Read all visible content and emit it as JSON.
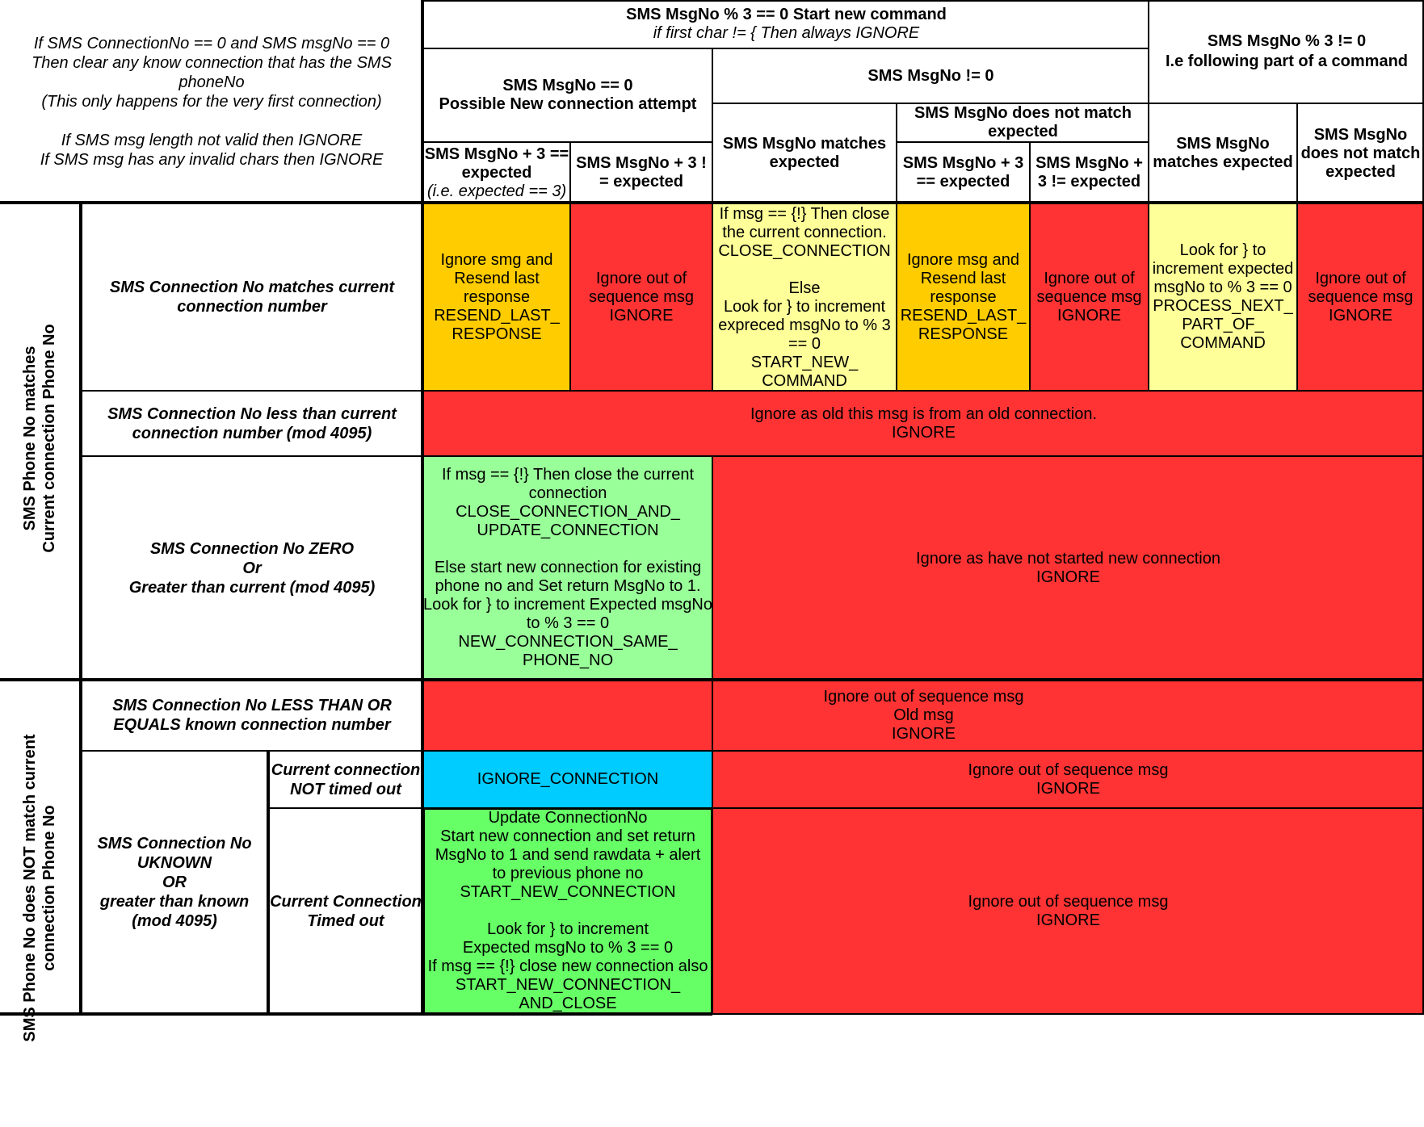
{
  "colors": {
    "orange": "#ffcc00",
    "red": "#ff3333",
    "light_yellow": "#ffff99",
    "light_green": "#99ff99",
    "green": "#66ff66",
    "cyan": "#00ccff"
  },
  "notes": {
    "text": "If SMS ConnectionNo == 0 and SMS msgNo == 0\nThen clear any know connection that has the SMS phoneNo\n(This only happens for the very first connection)\n\nIf SMS msg length not valid then IGNORE\nIf SMS msg has any invalid chars then IGNORE"
  },
  "header": {
    "start_cmd_title": "SMS MsgNo % 3 == 0 Start new command",
    "start_cmd_sub": "if first char != { Then always IGNORE",
    "following_part": "SMS MsgNo % 3 != 0\nI.e following part of a command",
    "msgno_zero": "SMS MsgNo == 0\nPossible New connection attempt",
    "msgno_nonzero": "SMS MsgNo != 0",
    "zero_plus3_eq_title": "SMS MsgNo + 3 ==\nexpected",
    "zero_plus3_eq_sub": "(i.e. expected == 3)",
    "zero_plus3_ne": "SMS MsgNo + 3 !\n= expected",
    "matches_expected": "SMS MsgNo matches\nexpected",
    "not_match_expected": "SMS MsgNo does not match\nexpected",
    "nm_plus3_eq": "SMS MsgNo + 3\n== expected",
    "nm_plus3_ne": "SMS MsgNo +\n3 != expected",
    "fp_matches": "SMS MsgNo\nmatches expected",
    "fp_not_match": "SMS MsgNo\ndoes not match\nexpected"
  },
  "rows": {
    "group_matches": "SMS Phone No matches\nCurrent connection Phone No",
    "group_not_match": "SMS Phone No does NOT match current\nconnection Phone No",
    "conn_matches": "SMS Connection No matches current\nconnection number",
    "conn_less": "SMS Connection No less than current\nconnection number (mod 4095)",
    "conn_zero": "SMS Connection No ZERO\nOr\nGreater than current (mod 4095)",
    "conn_less_eq_known": "SMS Connection No LESS THAN OR\nEQUALS known connection number",
    "conn_unknown": "SMS Connection No\nUKNOWN\nOR\ngreater than known\n(mod 4095)",
    "not_timed_out": "Current connection\nNOT timed out",
    "timed_out": "Current Connection\nTimed out"
  },
  "cells": {
    "r1_c1": "Ignore smg and\nResend last\nresponse\nRESEND_LAST_\nRESPONSE",
    "r1_c2": "Ignore out of\nsequence msg\nIGNORE",
    "r1_c3": "If msg == {!}  Then close\nthe current connection.\nCLOSE_CONNECTION\n\nElse\nLook for } to increment\nexpreced msgNo to % 3\n== 0\nSTART_NEW_\nCOMMAND",
    "r1_c4": "Ignore msg and\nResend last\nresponse\nRESEND_LAST_\nRESPONSE",
    "r1_c5": "Ignore out of\nsequence msg\nIGNORE",
    "r1_c6": "Look for } to\nincrement expected\nmsgNo to % 3 == 0\nPROCESS_NEXT_\nPART_OF_\nCOMMAND",
    "r1_c7": "Ignore out of\nsequence msg\nIGNORE",
    "r2_all": "Ignore as old this msg is from an old connection.\nIGNORE",
    "r3_c1": "If msg == {!}  Then close the current\nconnection\nCLOSE_CONNECTION_AND_\nUPDATE_CONNECTION\n\nElse start new connection for existing\nphone no and Set return MsgNo to 1.\nLook for } to increment Expected msgNo\nto % 3 == 0\nNEW_CONNECTION_SAME_\nPHONE_NO",
    "r3_rest": "Ignore as have not started new connection\nIGNORE",
    "r4_all": "Ignore out of sequence msg\nOld msg\nIGNORE",
    "r5_c1": "IGNORE_CONNECTION",
    "r5_rest": "Ignore out of sequence msg\nIGNORE",
    "r6_c1": "Update ConnectionNo\nStart new connection  and set return\nMsgNo to 1 and send rawdata + alert\nto previous phone no\nSTART_NEW_CONNECTION\n\nLook for } to increment\nExpected msgNo to % 3 == 0\nIf msg == {!} close new connection also\nSTART_NEW_CONNECTION_\nAND_CLOSE",
    "r6_rest": "Ignore out of sequence msg\nIGNORE"
  }
}
